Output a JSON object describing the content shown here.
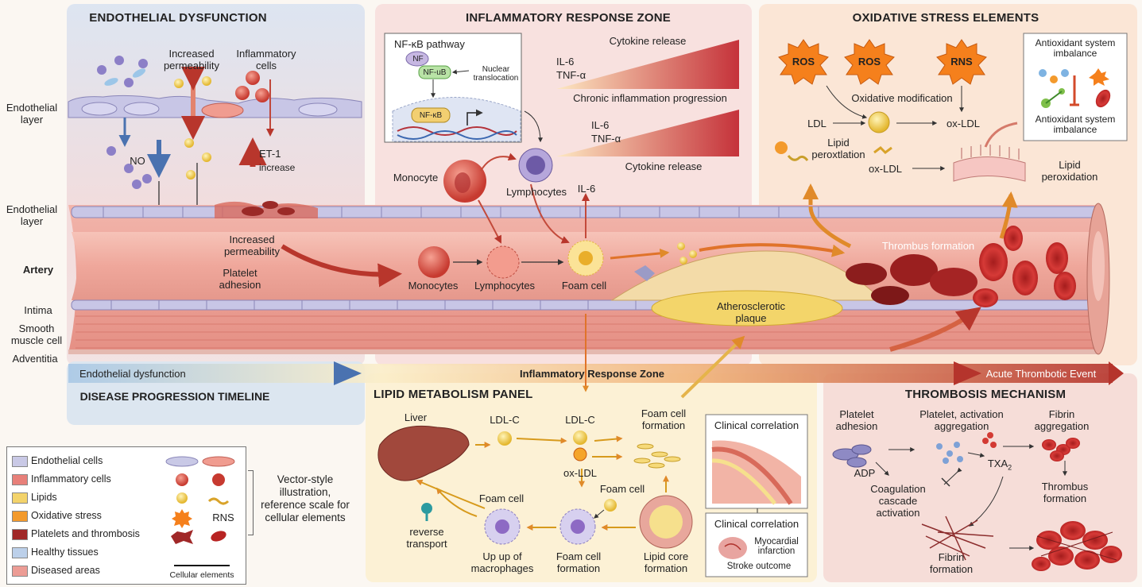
{
  "panels": {
    "endothelial": {
      "title": "ENDOTHELIAL DYSFUNCTION",
      "color": "#dfe6f1"
    },
    "inflammatory": {
      "title": "INFLAMMATORY RESPONSE ZONE",
      "color": "#f7dede"
    },
    "oxidative": {
      "title": "OXIDATIVE STRESS ELEMENTS",
      "color": "#fbe3d0"
    },
    "lipid": {
      "title": "LIPID METABOLISM PANEL",
      "color": "#fcf1d2"
    },
    "thrombosis": {
      "title": "THROMBOSIS MECHANISM",
      "color": "#f6dbd6"
    }
  },
  "endothelial": {
    "endothelial_layer_top": "Endothelial layer",
    "increased_permeability": "Increased permeability",
    "inflammatory_cells": "Inflammatory cells",
    "no": "NO",
    "et1": "ET-1",
    "increase": "increase"
  },
  "artery": {
    "endothelial_layer": "Endothelial layer",
    "artery": "Artery",
    "intima": "Intima",
    "smooth_muscle": "Smooth muscle cell",
    "adventitia": "Adventitia",
    "increased_permeability": "Increased permeability",
    "platelet_adhesion": "Platelet adhesion",
    "monocytes": "Monocytes",
    "lymphocytes": "Lymphocytes",
    "foam_cell": "Foam cell",
    "atherosclerotic_plaque": "Atherosclerotic plaque",
    "thrombus_formation": "Thrombus formation"
  },
  "inflammatory": {
    "nfkb_pathway": "NF-κB pathway",
    "nf": "NF",
    "nf_ub": "NF-uB",
    "nuclear_translocation": "Nuclear translocation",
    "nfkb": "NF-κB",
    "cytokine_release_top": "Cytokine release",
    "il6_a": "IL-6",
    "tnf_a": "TNF-α",
    "chronic_progression": "Chronic inflammation progression",
    "il6_b": "IL-6",
    "tnf_b": "TNF-α",
    "cytokine_release_bottom": "Cytokine release",
    "monocyte": "Monocyte",
    "lymphocytes": "Lymphocytes",
    "il6_c": "IL-6"
  },
  "oxidative": {
    "ros1": "ROS",
    "ros2": "ROS",
    "rns": "RNS",
    "oxidative_modification": "Oxidative modification",
    "ldl": "LDL",
    "ox_ldl_top": "ox-LDL",
    "lipid_peroxtlation": "Lipid peroxtlation",
    "ox_ldl_mid": "ox-LDL",
    "lipid_peroxidation": "Lipid peroxidation",
    "antioxidant_top": "Antioxidant system imbalance",
    "antioxidant_bottom": "Antioxidant system imbalance"
  },
  "timeline": {
    "endothelial_dysfunction": "Endothelial dysfunction",
    "inflammatory_zone": "Inflammatory  Response Zone",
    "acute_event": "Acute Thrombotic Event",
    "title": "DISEASE PROGRESSION TIMELINE"
  },
  "lipid": {
    "liver": "Liver",
    "ldlc1": "LDL-C",
    "ldlc2": "LDL-C",
    "ox_ldl": "ox-LDL",
    "foam_cell_formation_top": "Foam cell formation",
    "foam_cell_small": "Foam cell",
    "foam_cell_left": "Foam cell",
    "reverse_transport": "reverse transport",
    "uptake": "Up up of macrophages",
    "foam_cell_formation_bottom": "Foam cell formation",
    "lipid_core": "Lipid core formation",
    "clinical1": "Clinical correlation",
    "clinical2": "Clinical correlation",
    "mi": "Myocardial infarction",
    "stroke": "Stroke outcome"
  },
  "thrombosis": {
    "platelet_adhesion": "Platelet adhesion",
    "platelet_activation": "Platelet, activation aggregation",
    "fibrin_aggregation": "Fibrin aggregation",
    "adp": "ADP",
    "txa2": "TXA",
    "txa2_sub": "2",
    "coagulation": "Coagulation cascade activation",
    "thrombus_formation": "Thrombus formation",
    "fibrin_formation": "Fibrin formation"
  },
  "legend": {
    "items": [
      {
        "label": "Endothelial cells",
        "color": "#c9c9e6"
      },
      {
        "label": "Inflammatory cells",
        "color": "#e8807a"
      },
      {
        "label": "Lipids",
        "color": "#f3d36b"
      },
      {
        "label": "Oxidative stress",
        "color": "#f39a2c"
      },
      {
        "label": "Platelets and thrombosis",
        "color": "#a02828"
      },
      {
        "label": "Healthy tissues",
        "color": "#bcd0ea"
      },
      {
        "label": "Diseased areas",
        "color": "#ec9c95"
      }
    ],
    "rns": "RNS",
    "scale_label": "Cellular elements",
    "note": "Vector-style illustration, reference scale for cellular elements"
  }
}
